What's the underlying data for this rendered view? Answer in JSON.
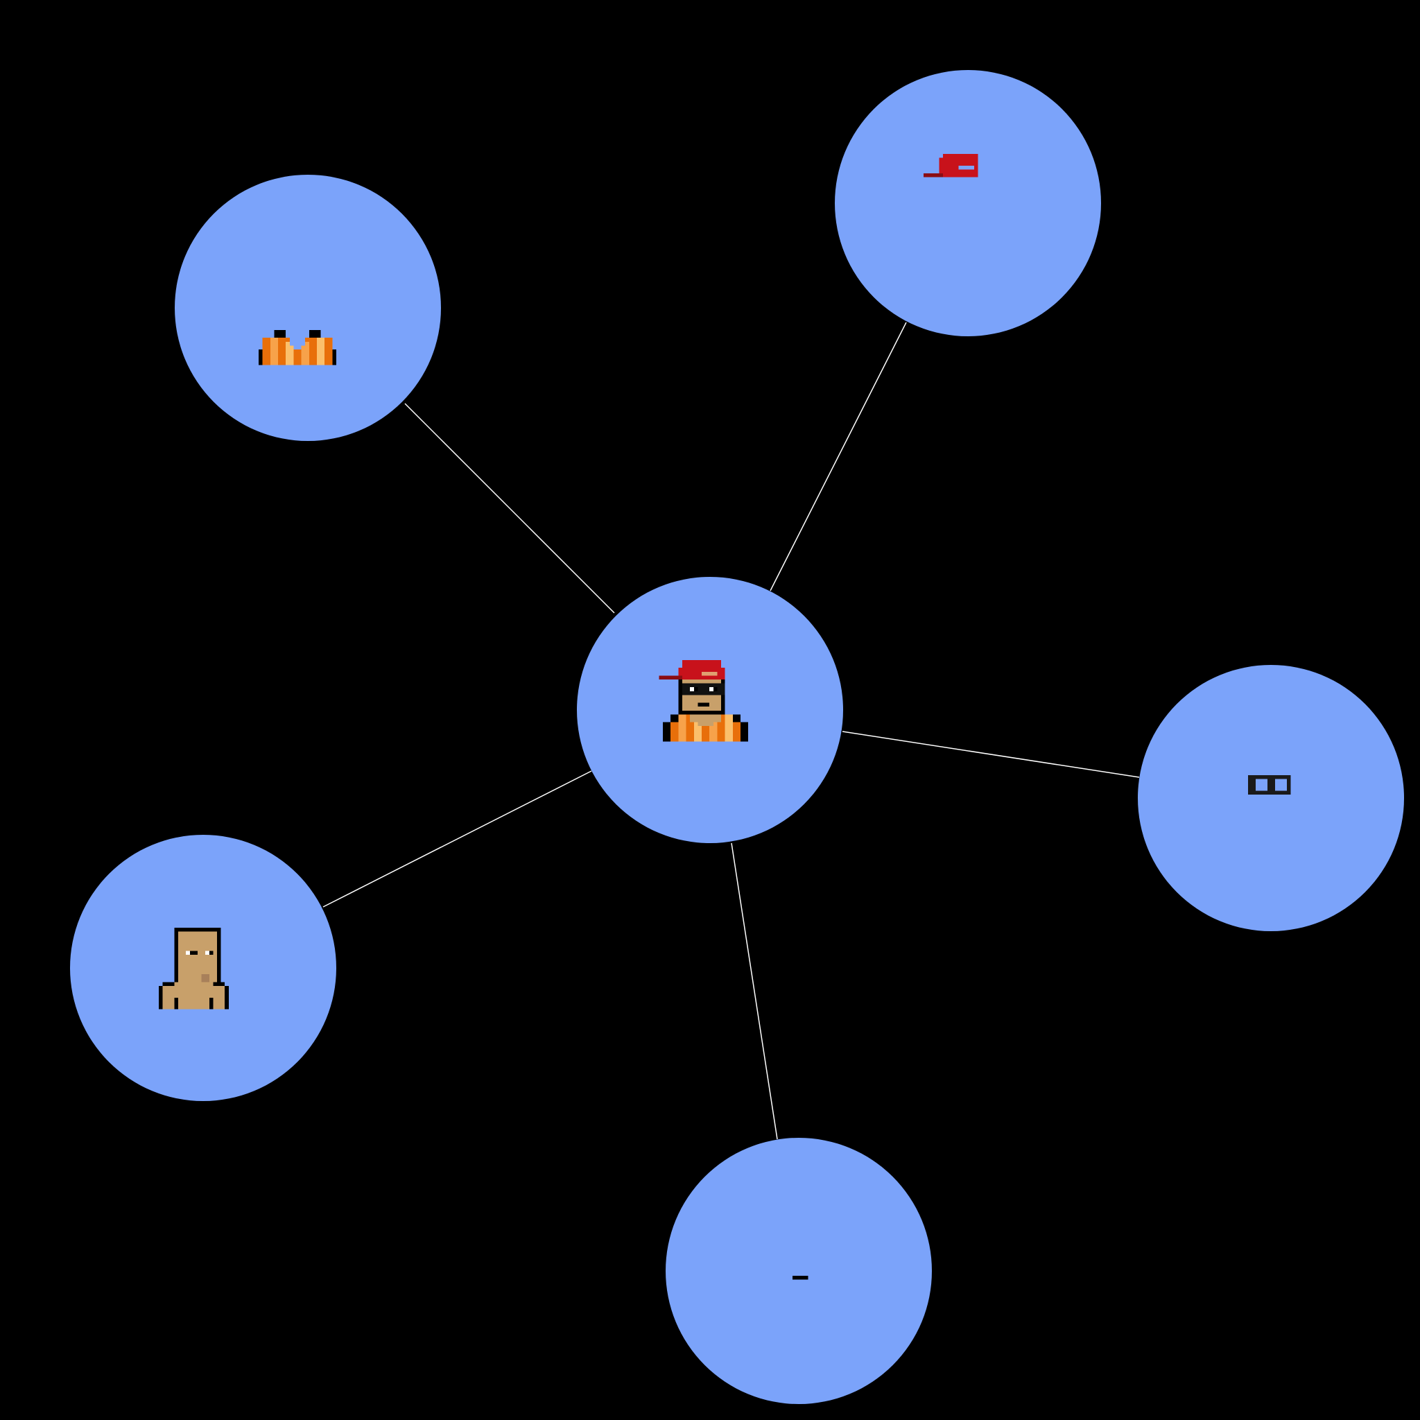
{
  "colors": {
    "background": "#000000",
    "node_fill": "#7ba3fa",
    "edge": "#ffffff"
  },
  "center_node": {
    "name": "composite-punk-node",
    "icon": "composite-punk-icon"
  },
  "nodes": [
    {
      "name": "orange-jacket-node",
      "icon": "orange-jacket-icon"
    },
    {
      "name": "red-cap-node",
      "icon": "red-cap-icon"
    },
    {
      "name": "eye-mask-node",
      "icon": "eye-mask-icon"
    },
    {
      "name": "mouth-node",
      "icon": "mouth-dash-icon"
    },
    {
      "name": "base-body-node",
      "icon": "base-body-icon"
    }
  ],
  "edges": [
    {
      "from": "composite-punk-node",
      "to": "orange-jacket-node"
    },
    {
      "from": "composite-punk-node",
      "to": "red-cap-node"
    },
    {
      "from": "composite-punk-node",
      "to": "eye-mask-node"
    },
    {
      "from": "composite-punk-node",
      "to": "mouth-node"
    },
    {
      "from": "composite-punk-node",
      "to": "base-body-node"
    }
  ]
}
